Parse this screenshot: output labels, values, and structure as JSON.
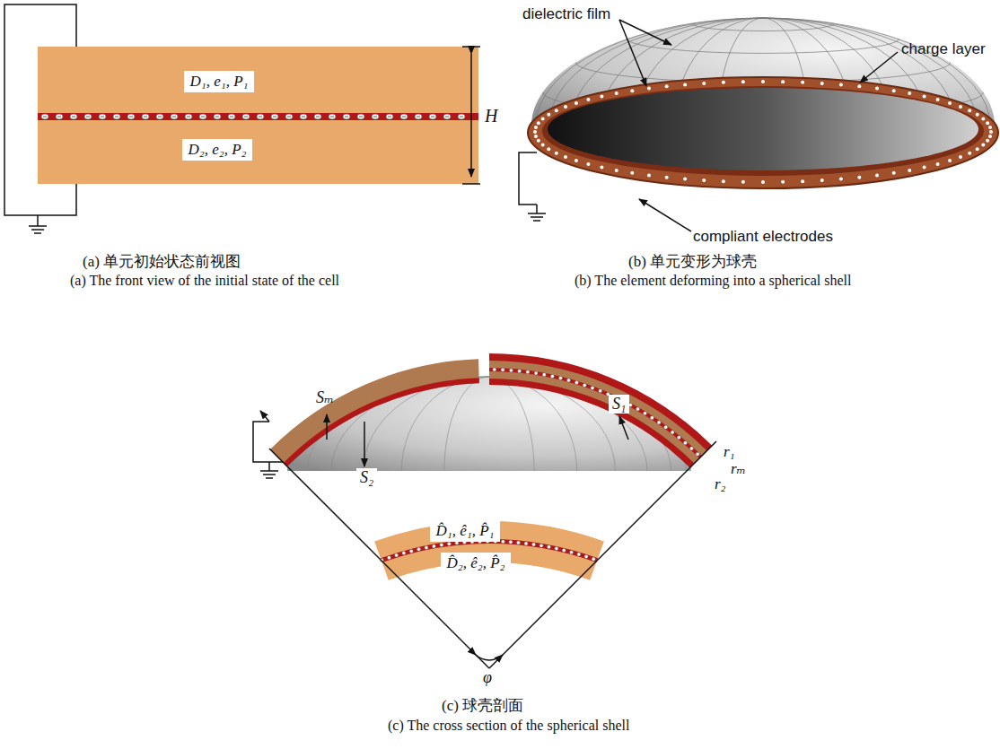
{
  "diagram": {
    "nodes": [
      {
        "text": [
          "D₁, e₁, P₁"
        ]
      },
      {
        "text": [
          "D₂, e₂, P₂"
        ]
      },
      {
        "text": [
          "D̂₁, ê₁, P̂₁"
        ]
      },
      {
        "text": [
          "D̂₂, ê₂, P̂₂"
        ]
      }
    ],
    "labels": [
      "H",
      "dielectric film",
      "charge layer",
      "compliant electrodes",
      "Sₘ",
      "S₁",
      "S₂",
      "r₁",
      "rₘ",
      "r₂",
      "φ",
      "(a) 单元初始状态前视图",
      "(a) The front view of the initial state of the cell",
      "(b) 单元变形为球壳",
      "(b) The element deforming into a spherical shell",
      "(c) 球壳剖面",
      "(c) The cross section of the spherical shell"
    ]
  }
}
